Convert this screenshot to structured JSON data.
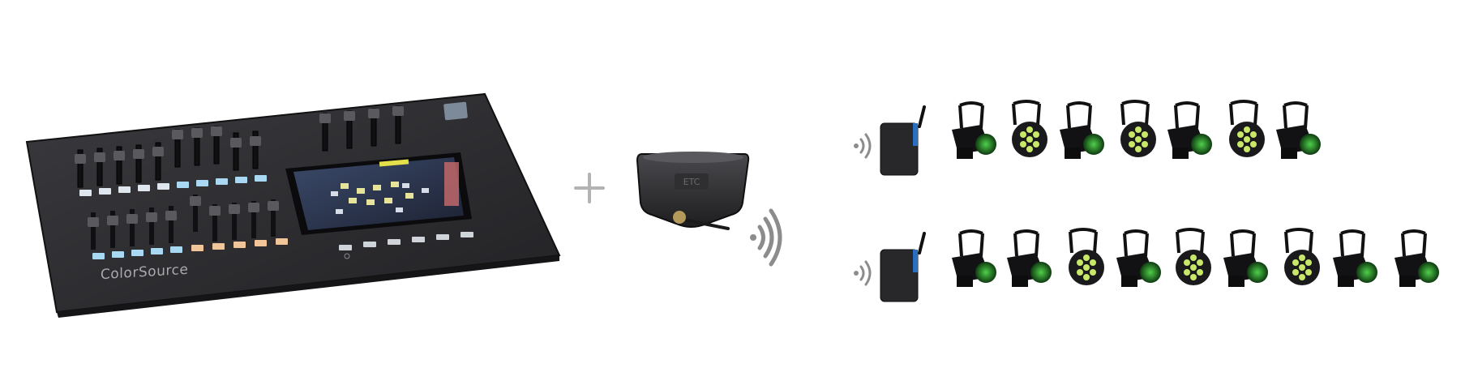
{
  "console": {
    "brand_label": "ColorSource",
    "icon": "lighting-console"
  },
  "plus_symbol": "+",
  "gateway": {
    "icon": "wireless-dmx-gateway",
    "signal_icon": "wireless-signal-icon"
  },
  "rows": [
    {
      "receiver_icon": "wireless-receiver",
      "fixtures": [
        "ellipsoidal",
        "led-par",
        "ellipsoidal",
        "led-par",
        "ellipsoidal",
        "led-par",
        "ellipsoidal"
      ]
    },
    {
      "receiver_icon": "wireless-receiver",
      "fixtures": [
        "ellipsoidal",
        "ellipsoidal",
        "led-par",
        "ellipsoidal",
        "led-par",
        "ellipsoidal",
        "led-par",
        "ellipsoidal",
        "ellipsoidal"
      ]
    }
  ],
  "colors": {
    "console_body": "#2a2a2d",
    "screen_accent": "#e4e04a",
    "fixture_lens": "#2f7a2a",
    "led_lens": "#c8e86a",
    "signal_gray": "#8c8c8c"
  }
}
